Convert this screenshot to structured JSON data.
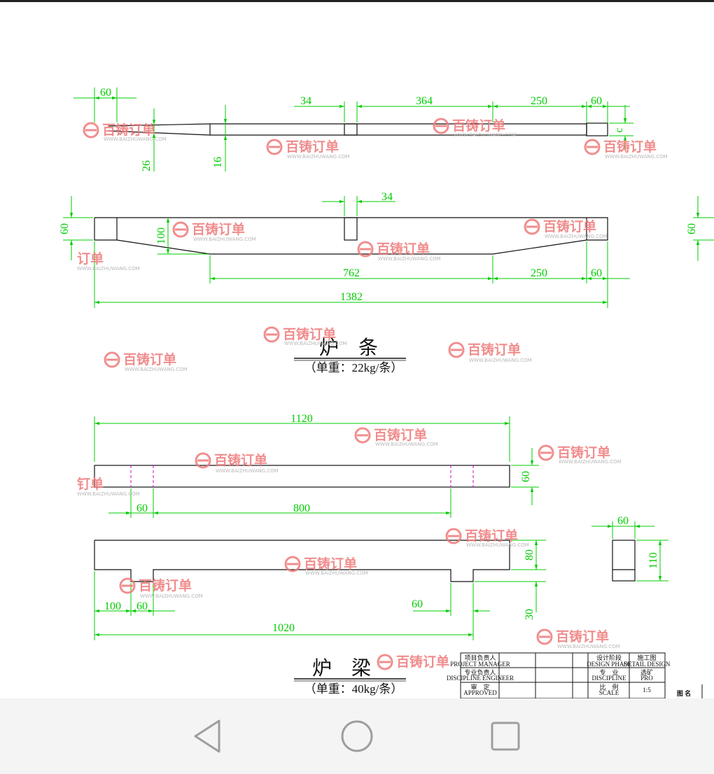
{
  "watermark": {
    "brand": "百铸订单",
    "url": "WWW.BAIZHUWANG.COM",
    "partial_a": "订单",
    "partial_b": "钉单"
  },
  "grate": {
    "title": "炉　条",
    "weight": "（单重：22kg/条）",
    "dims": {
      "d60_top": "60",
      "d34_top": "34",
      "d364": "364",
      "d250_top": "250",
      "d60_top_r": "60",
      "d26": "26",
      "d16": "16",
      "d60_left": "60",
      "d100": "100",
      "d34_mid": "34",
      "d762": "762",
      "d250_bot": "250",
      "d60_bot": "60",
      "d1382": "1382",
      "dc": "c"
    }
  },
  "beam": {
    "title": "炉　梁",
    "weight": "（单重：40kg/条）",
    "dims": {
      "d1120": "1120",
      "d60_right": "60",
      "d60_a": "60",
      "d800": "800",
      "d80": "80",
      "d30": "30",
      "d100": "100",
      "d60_b": "60",
      "d60_c": "60",
      "d1020": "1020",
      "d60_sec": "60",
      "d110": "110"
    }
  },
  "partial_left": {
    "d60": "60"
  },
  "title_block": {
    "project_manager_cn": "项目负责人",
    "project_manager_en": "PROJECT MANAGER",
    "discipline_engineer_cn": "专业负责人",
    "discipline_engineer_en": "DISCIPLINE ENGINEER",
    "approved_cn": "审　定",
    "approved_en": "APPROVED",
    "design_phase_cn": "设计阶段",
    "design_phase_en": "DESIGN PHASE",
    "discipline_cn": "专　业",
    "discipline_en": "DISCIPLINE",
    "scale_cn": "比　例",
    "scale_en": "SCALE",
    "phase_value_cn": "施工图",
    "phase_value_en": "DETAIL DESIGN",
    "discipline_value_cn": "选矿",
    "discipline_value_en": "PRO",
    "scale_value": "1:5",
    "drawing_name_label": "图 名"
  },
  "nav": {
    "back": "back",
    "home": "home",
    "recents": "recents"
  }
}
